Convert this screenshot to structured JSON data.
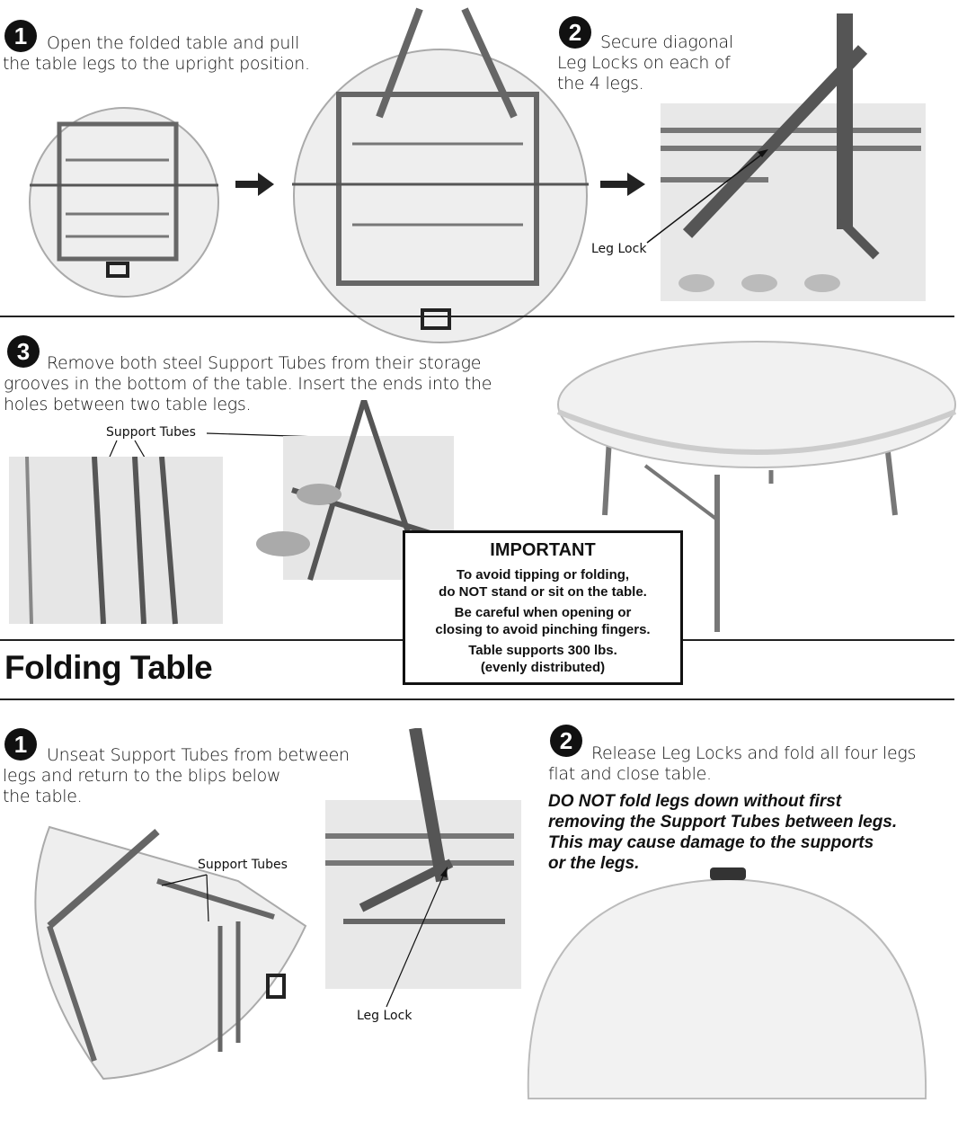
{
  "setup": {
    "step1": {
      "number": "1",
      "lines": [
        "Open the folded table and pull",
        "the table legs to the upright position."
      ]
    },
    "step2": {
      "number": "2",
      "lines": [
        "Secure diagonal",
        "Leg Locks on each of",
        "the 4 legs."
      ],
      "callout": "Leg Lock"
    },
    "step3": {
      "number": "3",
      "lines": [
        "Remove both steel Support Tubes from their storage",
        "grooves in the bottom of the table. Insert the ends into the",
        "holes between two table legs."
      ],
      "callout": "Support Tubes"
    }
  },
  "important": {
    "heading": "IMPORTANT",
    "paragraphs": [
      [
        "To avoid tipping or folding,",
        "do NOT stand or sit on the table."
      ],
      [
        "Be careful when opening or",
        "closing to avoid pinching fingers."
      ],
      [
        "Table supports 300 lbs.",
        "(evenly distributed)"
      ]
    ]
  },
  "section_title": "Folding Table",
  "fold": {
    "step1": {
      "number": "1",
      "lines": [
        "Unseat Support Tubes from between",
        "legs and return to the blips below",
        "the table."
      ],
      "callout_tubes": "Support Tubes",
      "callout_lock": "Leg Lock"
    },
    "step2": {
      "number": "2",
      "lines": [
        "Release Leg Locks and fold all four legs",
        "flat and close table."
      ],
      "warning": [
        "DO NOT fold legs down without first",
        "removing the Support Tubes between legs.",
        "This may cause damage to the supports",
        "or the legs."
      ]
    }
  }
}
